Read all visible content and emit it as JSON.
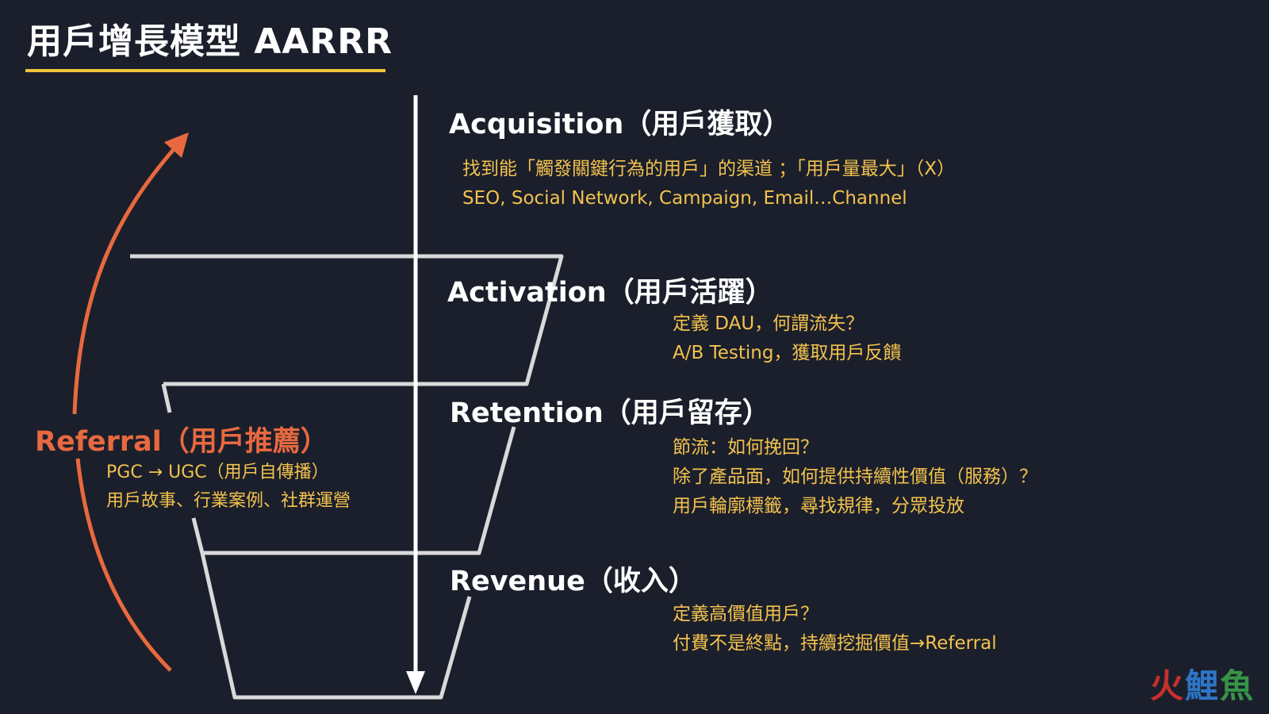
{
  "title": "用戶增長模型 AARRR",
  "colors": {
    "background": "#1b1f2b",
    "title_underline": "#f0c53a",
    "funnel_stroke": "#d9d9d9",
    "referral_accent": "#e8693f",
    "description_text": "#f3c24e"
  },
  "stages": {
    "acquisition": {
      "title": "Acquisition（用戶獲取）",
      "lines": [
        "找到能「觸發關鍵行為的用戶」的渠道 ；「用戶量最大」（X）",
        "SEO, Social Network, Campaign, Email…Channel"
      ]
    },
    "activation": {
      "title": "Activation（用戶活躍）",
      "lines": [
        "定義 DAU，何謂流失？",
        "A/B Testing，獲取用戶反饋"
      ]
    },
    "retention": {
      "title": "Retention（用戶留存）",
      "lines": [
        "節流：如何挽回？",
        "除了產品面，如何提供持續性價值（服務）？",
        "用戶輪廓標籤，尋找規律，分眾投放"
      ]
    },
    "revenue": {
      "title": "Revenue（收入）",
      "lines": [
        "定義高價值用戶？",
        "付費不是終點，持續挖掘價值→Referral"
      ]
    }
  },
  "referral": {
    "title": "Referral（用戶推薦）",
    "lines": [
      "PGC → UGC（用戶自傳播）",
      "用戶故事、行業案例、社群運營"
    ]
  },
  "watermark": {
    "char1": "火",
    "char2": "鯉",
    "char3": "魚"
  }
}
